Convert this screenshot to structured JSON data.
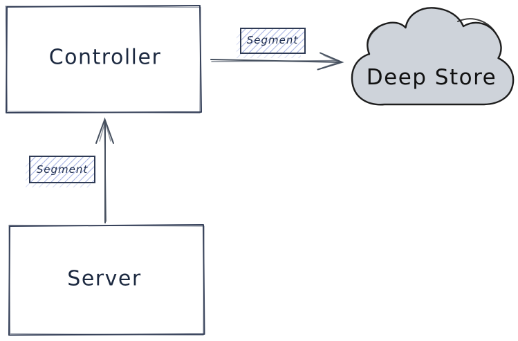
{
  "diagram": {
    "nodes": {
      "controller": {
        "label": "Controller",
        "shape": "rectangle"
      },
      "server": {
        "label": "Server",
        "shape": "rectangle"
      },
      "deep_store": {
        "label": "Deep Store",
        "shape": "cloud"
      }
    },
    "edges": [
      {
        "from": "Controller",
        "to": "Deep Store",
        "label": "Segment",
        "direction": "right"
      },
      {
        "from": "Server",
        "to": "Controller",
        "label": "Segment",
        "direction": "up"
      }
    ],
    "colors": {
      "background": "#ffffff",
      "node_stroke": "#36415a",
      "node_fill": "#ffffff",
      "node_text": "#1c2940",
      "cloud_fill": "#ced3da",
      "cloud_stroke": "#1d1d1d",
      "cloud_text": "#111111",
      "edge_stroke": "#46505f",
      "hachure": "#a8b4e4",
      "label_border": "#2e3a54",
      "label_text": "#1d2c4d"
    }
  }
}
